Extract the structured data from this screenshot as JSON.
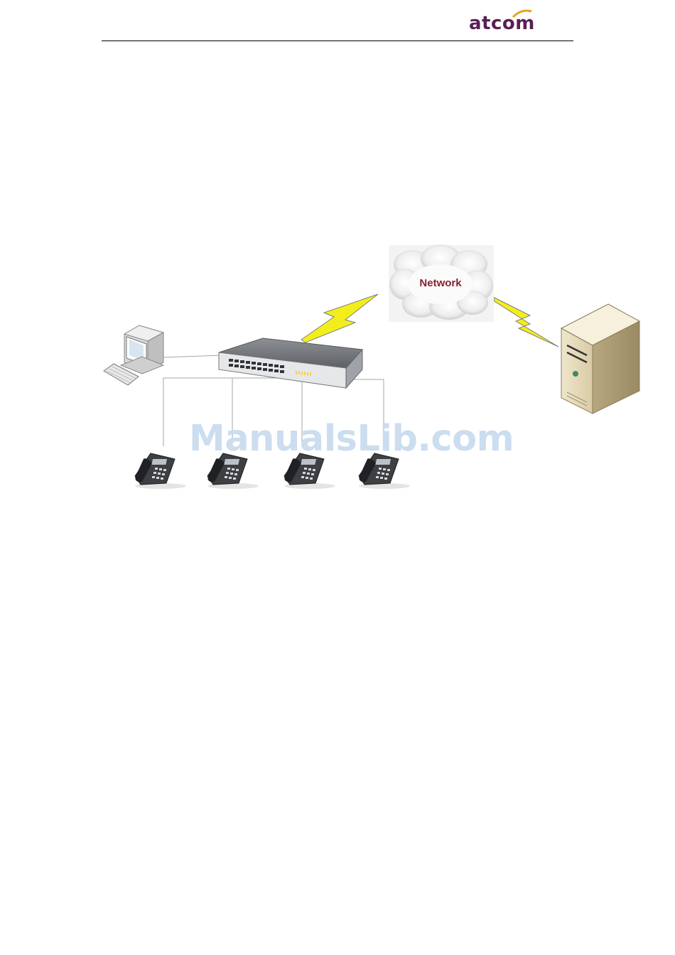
{
  "header": {
    "logo_text": "atcom",
    "logo_color": "#5a1e55",
    "logo_accent": "#e8a21c"
  },
  "diagram": {
    "network_label": "Network",
    "network_label_color": "#8a1f2e",
    "link_color": "#f2ee1c",
    "nodes": {
      "computer": "computer-icon",
      "switch": "network-switch-icon",
      "cloud": "cloud-icon",
      "server": "server-icon",
      "phones": [
        "ip-phone-icon",
        "ip-phone-icon",
        "ip-phone-icon",
        "ip-phone-icon"
      ]
    }
  },
  "watermark": {
    "text": "ManualsLib.com"
  }
}
